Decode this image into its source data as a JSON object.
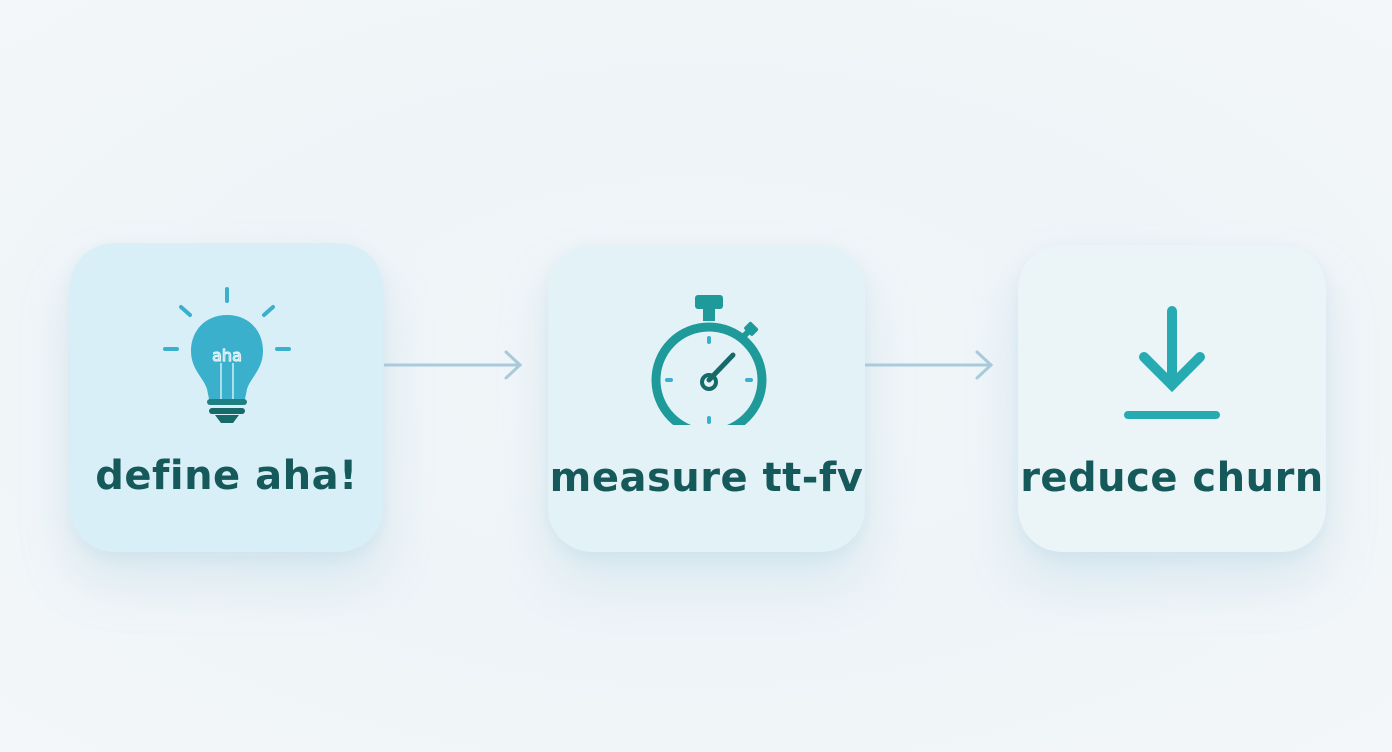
{
  "steps": [
    {
      "label": "define aha!",
      "icon": "lightbulb-icon",
      "icon_text": "aha"
    },
    {
      "label": "measure tt-fv",
      "icon": "stopwatch-icon"
    },
    {
      "label": "reduce churn",
      "icon": "download-arrow-icon"
    }
  ],
  "colors": {
    "text": "#15595a",
    "icon_light": "#3ab0cc",
    "icon_teal": "#1f9a9a",
    "icon_dark": "#176a6a",
    "arrow": "#a9cbdc"
  }
}
